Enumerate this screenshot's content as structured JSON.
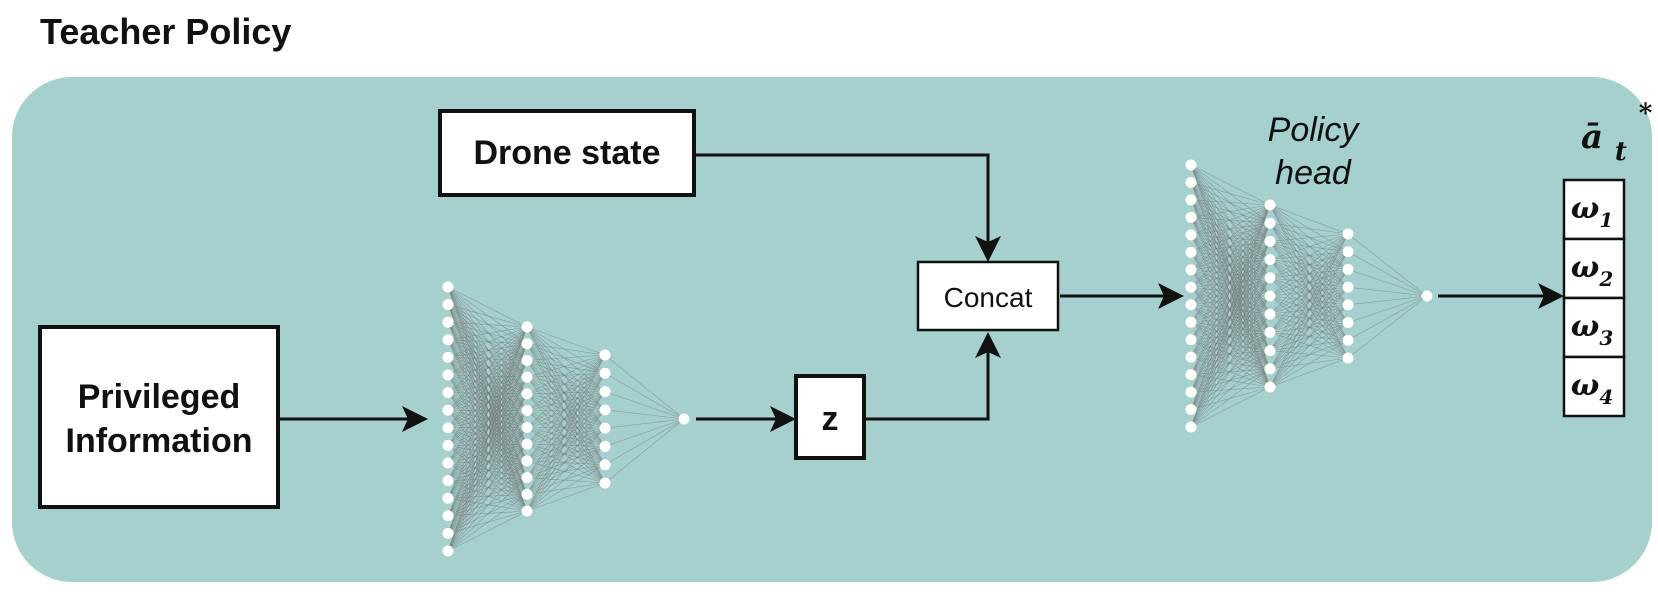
{
  "title": "Teacher Policy",
  "colors": {
    "panel": "#a5d0ce",
    "box_fill": "#ffffff",
    "stroke": "#111111",
    "edge": "#707070",
    "node": "#ffffff"
  },
  "boxes": {
    "drone_state": "Drone state",
    "privileged_line1": "Privileged",
    "privileged_line2": "Information",
    "latent": "z",
    "concat": "Concat"
  },
  "policy_head": {
    "line1": "Policy",
    "line2": "head"
  },
  "output": {
    "symbol": "ā",
    "subscript": "t",
    "superscript": "*",
    "items": [
      {
        "base": "ω",
        "sub": "1"
      },
      {
        "base": "ω",
        "sub": "2"
      },
      {
        "base": "ω",
        "sub": "3"
      },
      {
        "base": "ω",
        "sub": "4"
      }
    ]
  },
  "encoder_network": {
    "layers": [
      16,
      12,
      8,
      1
    ]
  },
  "policy_network": {
    "layers": [
      16,
      11,
      8,
      1
    ]
  }
}
